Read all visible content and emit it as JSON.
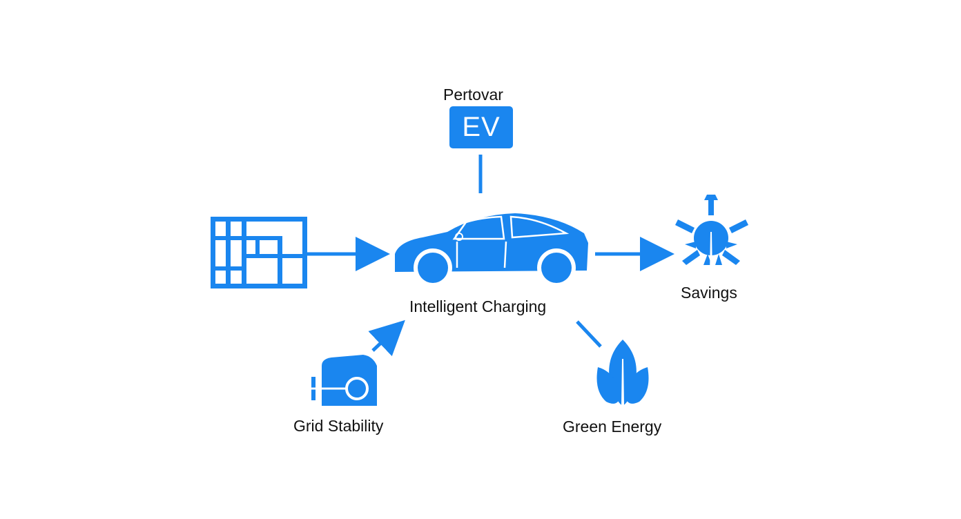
{
  "accent_color": "#1a86ef",
  "text_color": "#111111",
  "nodes": {
    "top": {
      "label": "Pertovar",
      "badge": "EV",
      "icon": "ev-badge-icon"
    },
    "center": {
      "label": "Intelligent Charging",
      "icon": "car-icon"
    },
    "left": {
      "label": "",
      "icon": "building-grid-icon"
    },
    "right": {
      "label": "Savings",
      "icon": "savings-burst-icon"
    },
    "bottom_left": {
      "label": "Grid Stability",
      "icon": "grid-device-icon"
    },
    "bottom_right": {
      "label": "Green Energy",
      "icon": "leaf-icon"
    }
  }
}
